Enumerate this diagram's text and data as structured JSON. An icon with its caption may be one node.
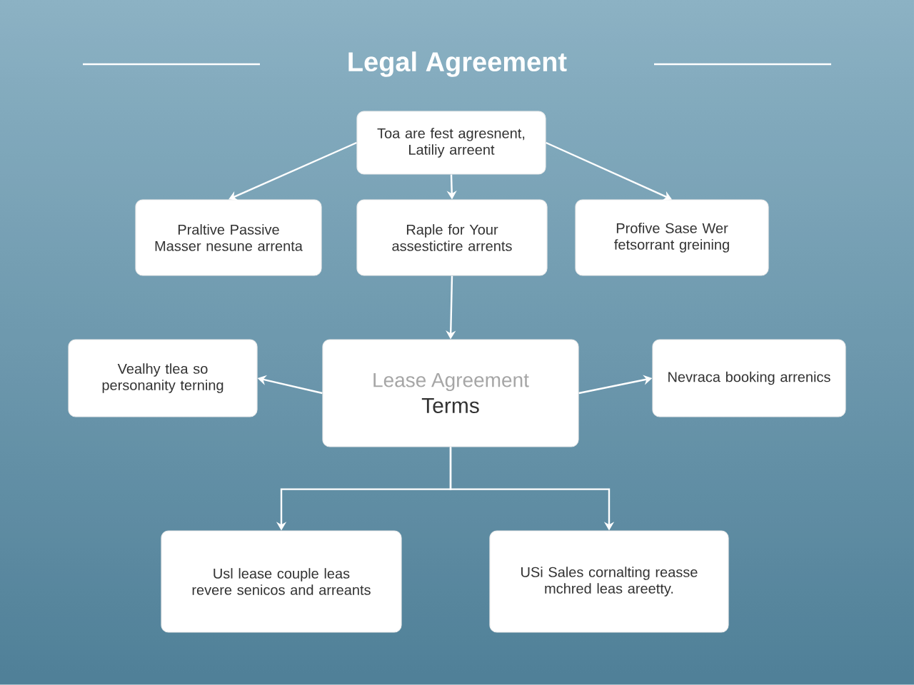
{
  "diagram": {
    "title": "Legal Agreement",
    "nodes": [
      {
        "text": [
          "Toa are fest agresnent, Latiliy arreent"
        ]
      },
      {
        "text": [
          "Praltive Passive Masser nesune arrenta"
        ]
      },
      {
        "text": [
          "Raple for Your assestictire arrents"
        ]
      },
      {
        "text": [
          "Profive Sase Wer fetsorrant greining"
        ]
      },
      {
        "text": [
          "Vealhy tlea so personanity terning"
        ]
      },
      {
        "text": [
          "Lease Agreement",
          "Terms"
        ]
      },
      {
        "text": [
          "Nevraca booking arrenics"
        ]
      },
      {
        "text": [
          "Usl lease couple leas revere senicos and arreants"
        ]
      },
      {
        "text": [
          "USi Sales cornalting reasse mchred leas areetty."
        ]
      }
    ],
    "edges": [
      {
        "from": 0,
        "to": 1,
        "arrow": "to"
      },
      {
        "from": 0,
        "to": 2,
        "arrow": "to"
      },
      {
        "from": 0,
        "to": 3,
        "arrow": "to"
      },
      {
        "from": 2,
        "to": 5,
        "arrow": "to"
      },
      {
        "from": 5,
        "to": 4,
        "arrow": "to"
      },
      {
        "from": 5,
        "to": 6,
        "arrow": "to"
      },
      {
        "from": 5,
        "to": 7,
        "arrow": "to"
      },
      {
        "from": 5,
        "to": 8,
        "arrow": "to"
      }
    ]
  }
}
